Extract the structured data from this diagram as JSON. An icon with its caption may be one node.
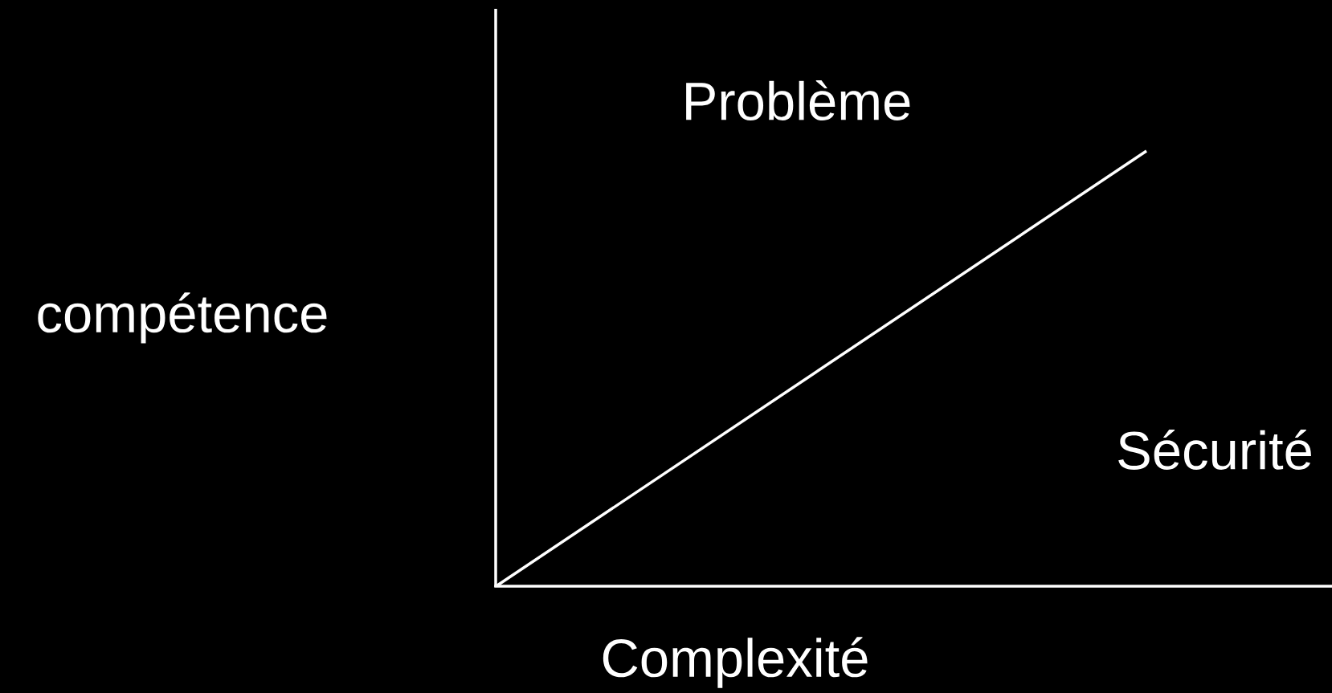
{
  "diagram": {
    "labels": [
      "Problème",
      "compétence",
      "Sécurité",
      "Complexité"
    ]
  }
}
